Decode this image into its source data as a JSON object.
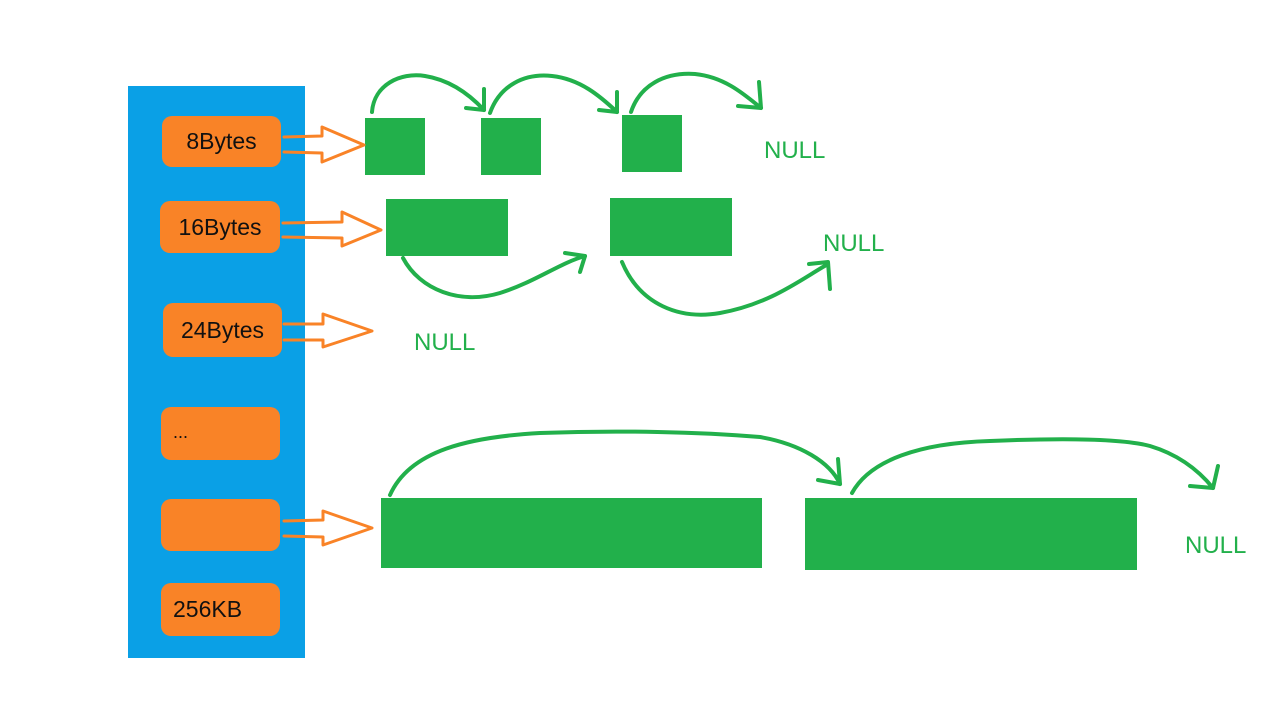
{
  "buckets": [
    {
      "label": "8Bytes"
    },
    {
      "label": "16Bytes"
    },
    {
      "label": "24Bytes"
    },
    {
      "label": "..."
    },
    {
      "label": ""
    },
    {
      "label": "256KB"
    }
  ],
  "null_labels": {
    "row_8bytes": "NULL",
    "row_16bytes": "NULL",
    "row_24bytes": "NULL",
    "row_large": "NULL"
  },
  "colors": {
    "hash_column": "#0aa0e6",
    "bucket": "#f98327",
    "block": "#22b04b",
    "pointer_arrow": "#f98327",
    "link_arrow": "#22b04b"
  }
}
